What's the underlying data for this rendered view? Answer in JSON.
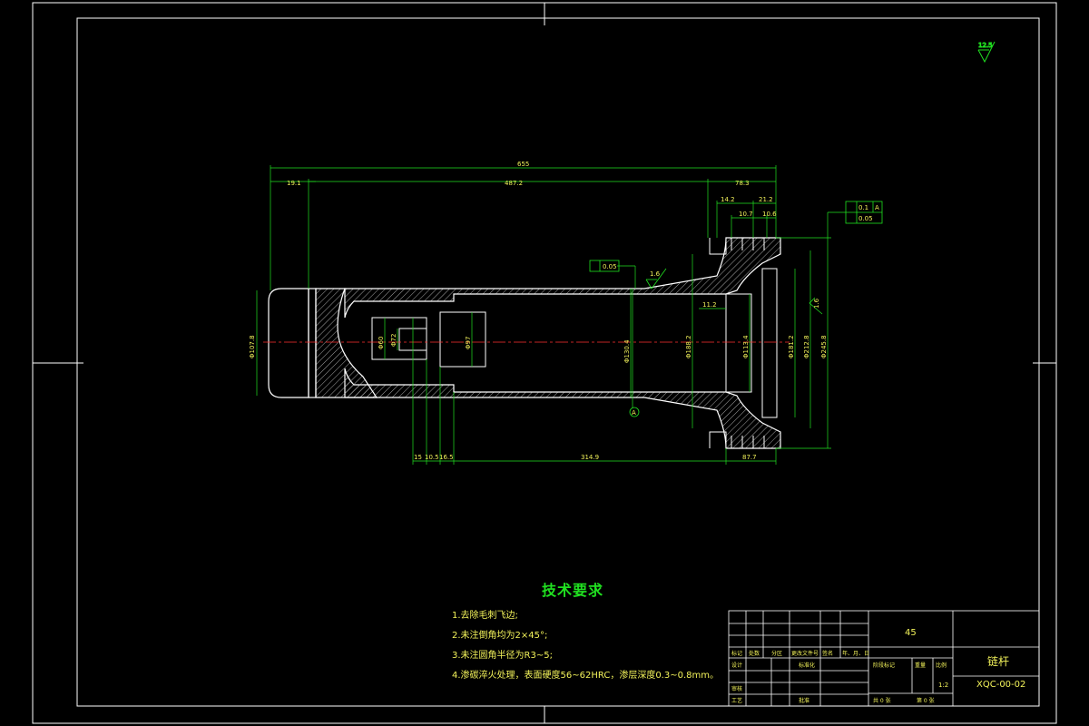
{
  "drawing": {
    "surface_finish_global": "12.5",
    "dimensions": {
      "overall_length": "655",
      "left_segment": "19.1",
      "main_length": "487.2",
      "right_segment": "78.3",
      "groove_a": "14.2",
      "groove_b": "21.2",
      "groove_c": "10.7",
      "groove_d": "10.6",
      "step_11_2": "11.2",
      "bottom_15": "15",
      "bottom_10": "10.5",
      "bottom_16": "16.5",
      "bottom_314": "314.9",
      "bottom_87": "87.7",
      "dia_left": "Φ107.8",
      "dia_bore": "Φ130.4",
      "dia_188": "Φ188.2",
      "dia_113": "Φ113.4",
      "dia_181": "Φ181.2",
      "dia_212": "Φ212.8",
      "dia_245": "Φ245.8",
      "dia_small_1": "Φ60",
      "dia_small_2": "Φ72",
      "dia_small_3": "Φ97",
      "roughness_1": "1.6",
      "roughness_2": "1.6",
      "datum": "A",
      "tol_flat": "0.05",
      "tol_box_1": "0.1",
      "tol_box_2": "0.05",
      "tol_datum": "A"
    },
    "notes_title": "技术要求",
    "notes": [
      "1.去除毛刺飞边;",
      "2.未注倒角均为2×45°;",
      "3.未注圆角半径为R3~5;",
      "4.渗碳淬火处理，表面硬度56~62HRC，渗层深度0.3~0.8mm。"
    ]
  },
  "title_block": {
    "material": "45",
    "part_name": "链杆",
    "drawing_number": "XQC-00-02",
    "scale": "1:2",
    "header_labels": [
      "标记",
      "处数",
      "分区",
      "更改文件号",
      "签名",
      "年、月、日"
    ],
    "row_labels": [
      "设计",
      "标准化",
      "审核",
      "工艺",
      "批准"
    ],
    "stage_label": "阶段标记",
    "weight_label": "重量",
    "scale_label": "比例",
    "sheets": "共 0 张",
    "sheet_no": "第 0 张"
  },
  "colors": {
    "background": "#000000",
    "frame": "#ffffff",
    "dimension": "#20e020",
    "text": "#f2f25a",
    "centerline": "#ff3030",
    "hatch": "#ffffff"
  }
}
